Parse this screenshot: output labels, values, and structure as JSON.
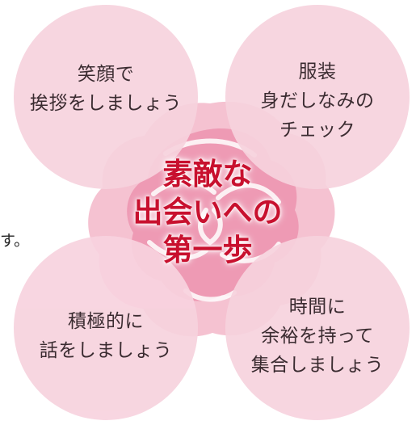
{
  "center_title": {
    "lines": [
      "素敵な",
      "出会いへの",
      "第一歩"
    ]
  },
  "bubbles": [
    {
      "lines": [
        "笑顔で",
        "挨拶をしましょう"
      ]
    },
    {
      "lines": [
        "服装",
        "身だしなみの",
        "チェック"
      ]
    },
    {
      "lines": [
        "積極的に",
        "話をしましょう"
      ]
    },
    {
      "lines": [
        "時間に",
        "余裕を持って",
        "集合しましょう"
      ]
    }
  ],
  "left_fragment": "す。",
  "colors": {
    "bubble": "#f7d3de",
    "rose": "#ec8fab",
    "title": "#c8102e"
  }
}
